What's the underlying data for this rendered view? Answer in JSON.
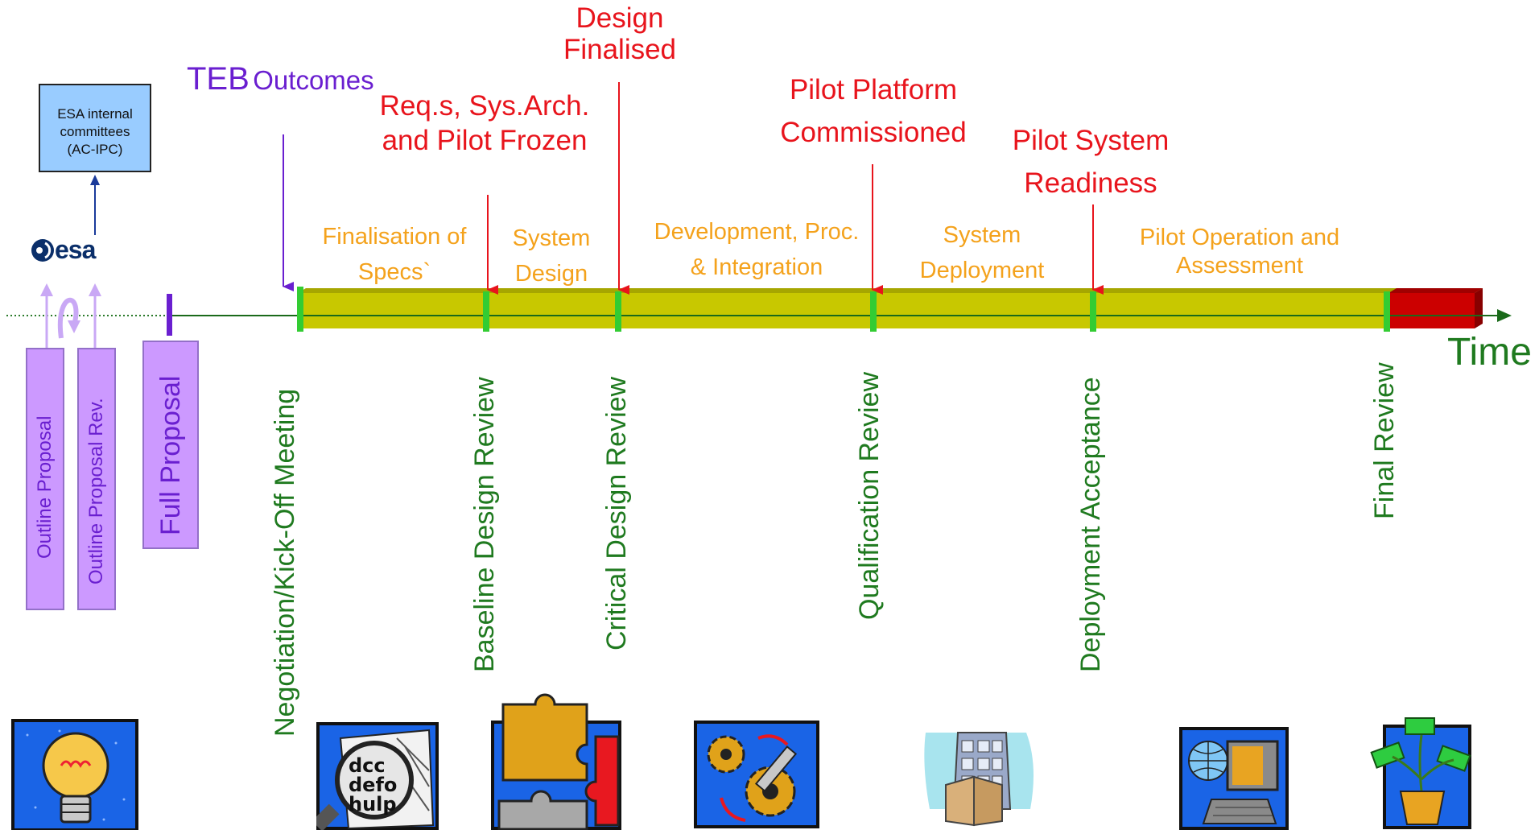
{
  "header": {
    "teb_prefix": "TEB",
    "teb_suffix": "Outcomes"
  },
  "esa": {
    "committee_lines": [
      "ESA internal",
      "committees",
      "(AC-IPC)"
    ],
    "logo_text": "esa"
  },
  "milestones_top": [
    {
      "lines": [
        "Req.s, Sys.Arch.",
        "and Pilot Frozen"
      ]
    },
    {
      "lines": [
        "Design",
        "Finalised"
      ]
    },
    {
      "lines": [
        "Pilot Platform",
        "Commissioned"
      ]
    },
    {
      "lines": [
        "Pilot System",
        "Readiness"
      ]
    }
  ],
  "phases": [
    {
      "lines": [
        "Finalisation of",
        "Specs`"
      ]
    },
    {
      "lines": [
        "System",
        "Design"
      ]
    },
    {
      "lines": [
        "Development, Proc.",
        "& Integration"
      ]
    },
    {
      "lines": [
        "System",
        "Deployment"
      ]
    },
    {
      "lines": [
        "Pilot Operation and",
        "Assessment"
      ]
    }
  ],
  "proposals": [
    {
      "label": "Outline Proposal"
    },
    {
      "label": "Outline Proposal Rev."
    },
    {
      "label": "Full Proposal"
    }
  ],
  "reviews": [
    {
      "label": "Negotiation/Kick-Off  Meeting"
    },
    {
      "label": "Baseline Design Review"
    },
    {
      "label": "Critical Design Review"
    },
    {
      "label": "Qualification Review"
    },
    {
      "label": "Deployment Acceptance"
    },
    {
      "label": "Final Review"
    }
  ],
  "axis": {
    "label": "Time"
  },
  "icons": [
    "lightbulb-icon",
    "magnifier-document-icon",
    "puzzle-icon",
    "gears-wrench-icon",
    "buildings-icon",
    "computer-globe-icon",
    "money-plant-icon"
  ],
  "colors": {
    "bar": "#c8c800",
    "bar_end": "#cc0000",
    "milestone_text": "#e8141c",
    "phase_text": "#f4a21c",
    "review_text": "#1f7a1f",
    "proposal_fill": "#cc99ff",
    "teb_text": "#6a1fd0"
  }
}
